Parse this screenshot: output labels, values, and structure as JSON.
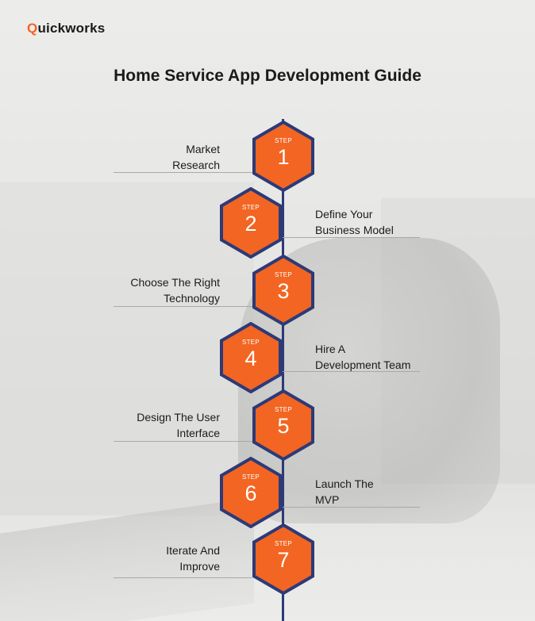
{
  "brand": {
    "logo_q": "Q",
    "logo_rest": "uickworks"
  },
  "title": "Home Service App Development Guide",
  "colors": {
    "hex_fill": "#f26522",
    "hex_border": "#2c3a78",
    "accent": "#f26522"
  },
  "steps": [
    {
      "step_word": "STEP",
      "number": "1",
      "label_line1": "Market",
      "label_line2": "Research"
    },
    {
      "step_word": "STEP",
      "number": "2",
      "label_line1": "Define Your",
      "label_line2": "Business Model"
    },
    {
      "step_word": "STEP",
      "number": "3",
      "label_line1": "Choose The Right",
      "label_line2": "Technology"
    },
    {
      "step_word": "STEP",
      "number": "4",
      "label_line1": "Hire A",
      "label_line2": "Development Team"
    },
    {
      "step_word": "STEP",
      "number": "5",
      "label_line1": "Design The User",
      "label_line2": "Interface"
    },
    {
      "step_word": "STEP",
      "number": "6",
      "label_line1": "Launch The",
      "label_line2": "MVP"
    },
    {
      "step_word": "STEP",
      "number": "7",
      "label_line1": "Iterate And",
      "label_line2": "Improve"
    }
  ]
}
